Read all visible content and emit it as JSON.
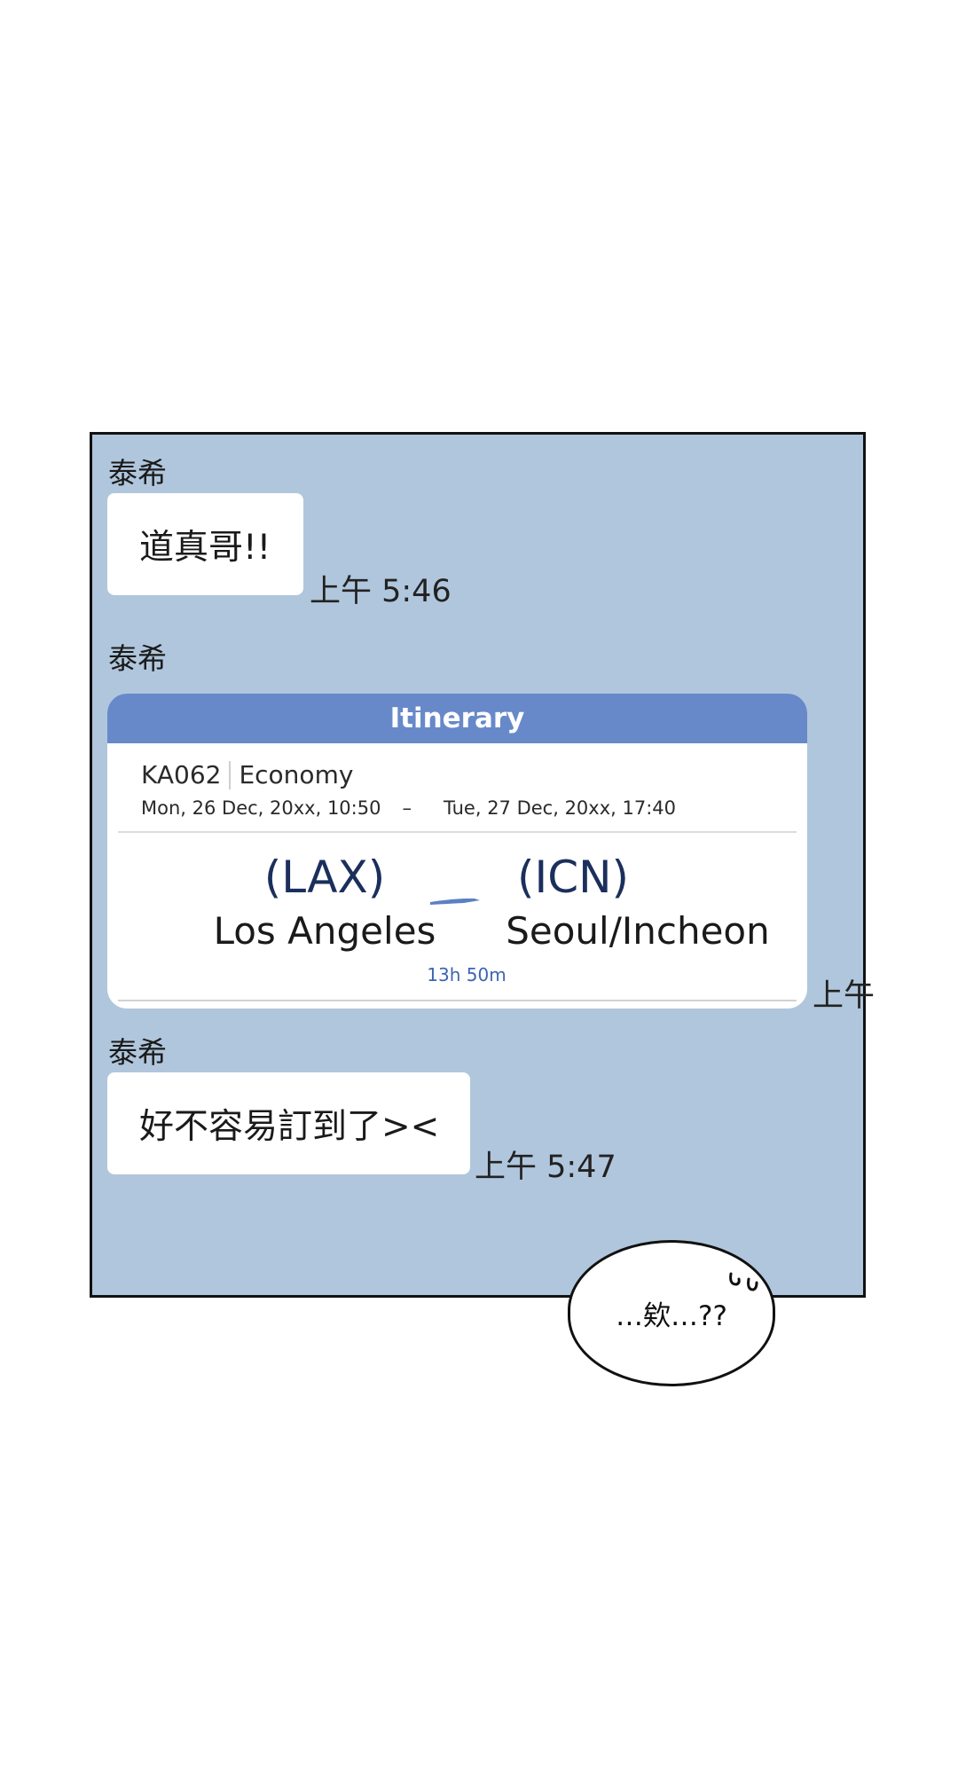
{
  "chat": {
    "messages": [
      {
        "sender": "泰希",
        "text": "道真哥!!",
        "time": "上午 5:46"
      },
      {
        "sender": "泰希",
        "time": "上午"
      },
      {
        "sender": "泰希",
        "text": "好不容易訂到了><",
        "time": "上午 5:47"
      }
    ],
    "itinerary": {
      "header": "Itinerary",
      "flight_no": "KA062",
      "class": "Economy",
      "depart_datetime": "Mon, 26 Dec, 20xx, 10:50",
      "dash": "–",
      "arrive_datetime": "Tue, 27 Dec, 20xx, 17:40",
      "origin_code": "(LAX)",
      "origin_city": "Los Angeles",
      "dest_code": "(ICN)",
      "dest_city": "Seoul/Incheon",
      "duration": "13h 50m",
      "accent_color": "#6789c9"
    }
  },
  "speech_bubble": {
    "text": "…欸…??"
  },
  "colors": {
    "chat_background": "#b0c6dc",
    "bubble": "#ffffff"
  }
}
